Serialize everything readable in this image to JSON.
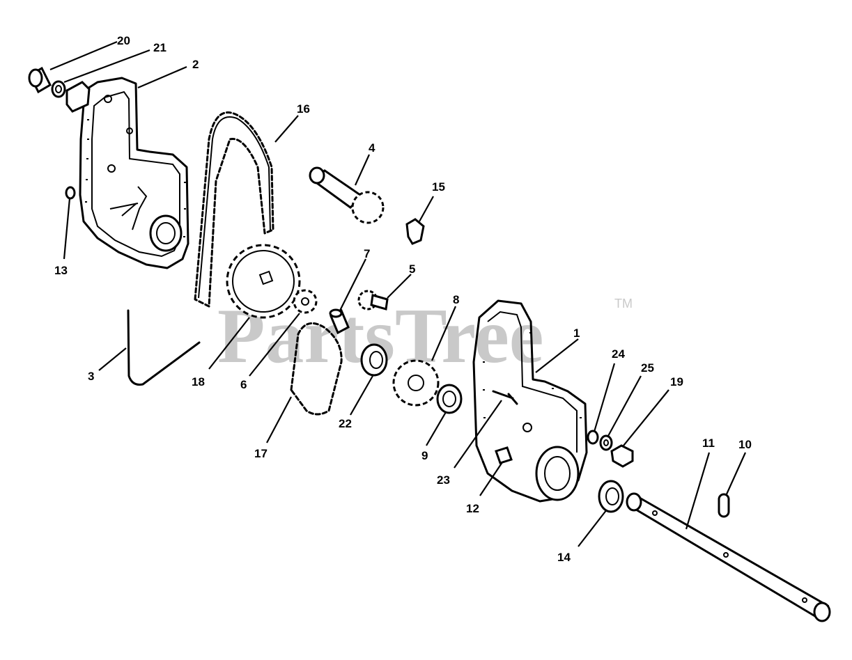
{
  "watermark": {
    "text": "PartsTree",
    "trademark": "TM"
  },
  "callouts": {
    "c1": "1",
    "c2": "2",
    "c3": "3",
    "c4": "4",
    "c5": "5",
    "c6": "6",
    "c7": "7",
    "c8": "8",
    "c9": "9",
    "c10": "10",
    "c11": "11",
    "c12": "12",
    "c13": "13",
    "c14": "14",
    "c15": "15",
    "c16": "16",
    "c17": "17",
    "c18": "18",
    "c19": "19",
    "c20": "20",
    "c21": "21",
    "c22": "22",
    "c23": "23",
    "c24": "24",
    "c25": "25"
  }
}
